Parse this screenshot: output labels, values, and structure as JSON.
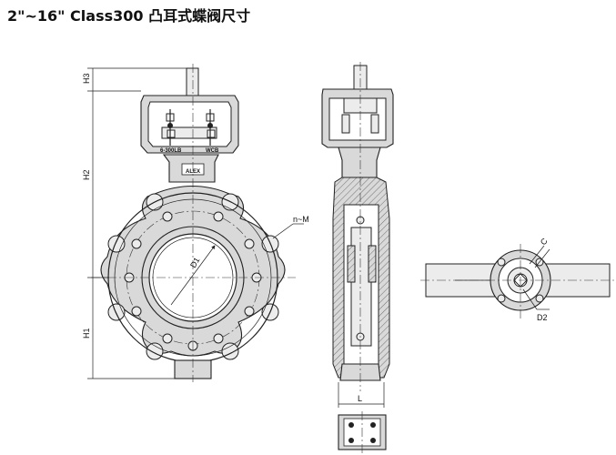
{
  "title": "2\"~16\" Class300 凸耳式蝶阀尺寸",
  "labels": {
    "h1": "H1",
    "h2": "H2",
    "h3": "H3",
    "d1": "D1",
    "d2": "D2",
    "n_m": "n~M",
    "l": "L",
    "c": "C"
  },
  "plate": {
    "rating": "6-300LB",
    "material": "WCB",
    "brand": "ALEX"
  },
  "colors": {
    "line": "#222222",
    "fill": "#d9d9d9"
  }
}
